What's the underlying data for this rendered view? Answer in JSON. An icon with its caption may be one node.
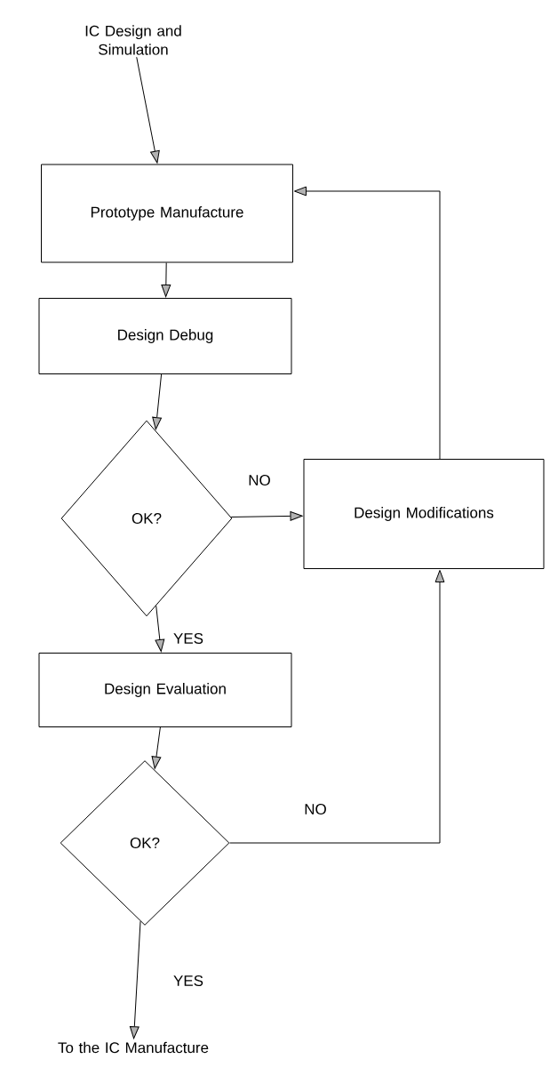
{
  "diagram": {
    "nodes": [
      {
        "text": [
          "IC Design and Simulation"
        ]
      },
      {
        "text": [
          "Prototype Manufacture"
        ]
      },
      {
        "text": [
          "Design Debug"
        ]
      },
      {
        "text": [
          "OK?"
        ]
      },
      {
        "text": [
          "Design Modifications"
        ]
      },
      {
        "text": [
          "Design Evaluation"
        ]
      },
      {
        "text": [
          "OK?"
        ]
      },
      {
        "text": [
          "To the IC Manufacture"
        ]
      }
    ],
    "edges": [
      {
        "from": 0,
        "to": 1,
        "arrow": "to"
      },
      {
        "from": 1,
        "to": 2,
        "arrow": "to"
      },
      {
        "from": 2,
        "to": 3,
        "arrow": "to"
      },
      {
        "from": 3,
        "to": 4,
        "arrow": "to",
        "label": "NO"
      },
      {
        "from": 3,
        "to": 5,
        "arrow": "to",
        "label": "YES"
      },
      {
        "from": 5,
        "to": 6,
        "arrow": "to"
      },
      {
        "from": 6,
        "to": 4,
        "arrow": "to",
        "label": "NO"
      },
      {
        "from": 4,
        "to": 1,
        "arrow": "to"
      },
      {
        "from": 6,
        "to": 7,
        "arrow": "to",
        "label": "YES"
      }
    ]
  }
}
